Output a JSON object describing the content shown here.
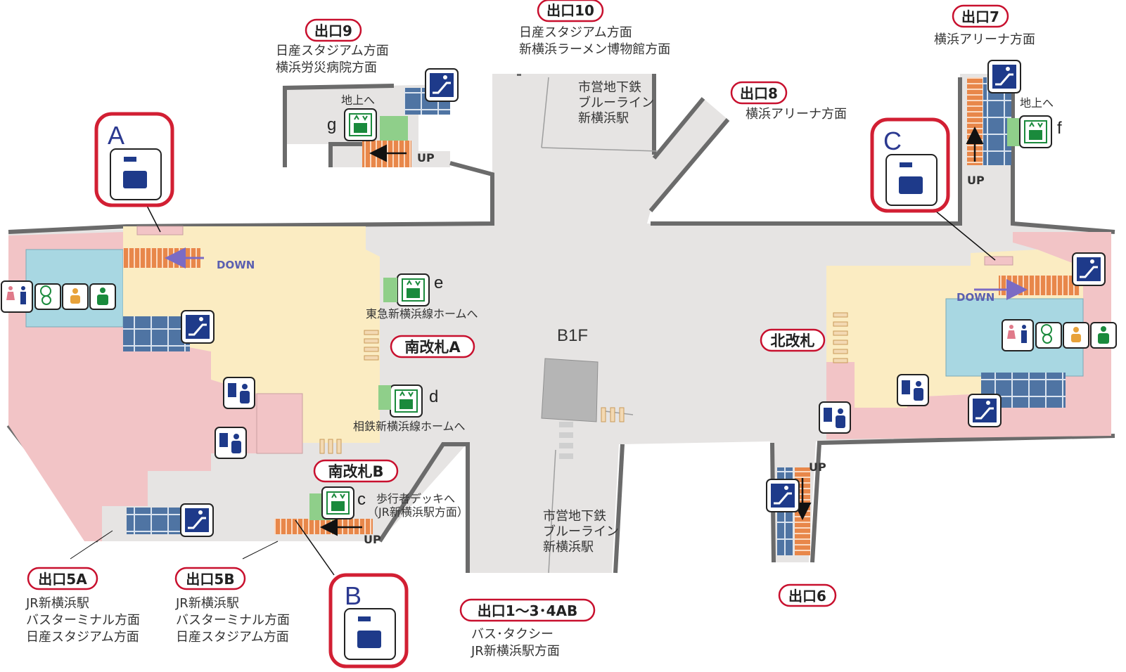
{
  "floor_label": "B1F",
  "exits": {
    "e9": {
      "label": "出口9",
      "lines": [
        "日産スタジアム方面",
        "横浜労災病院方面"
      ]
    },
    "e10": {
      "label": "出口10",
      "lines": [
        "日産スタジアム方面",
        "新横浜ラーメン博物館方面"
      ]
    },
    "e7": {
      "label": "出口7",
      "lines": [
        "横浜アリーナ方面"
      ]
    },
    "e8": {
      "label": "出口8",
      "lines": [
        "横浜アリーナ方面"
      ]
    },
    "e5a": {
      "label": "出口5A",
      "lines": [
        "JR新横浜駅",
        "バスターミナル方面",
        "日産スタジアム方面"
      ]
    },
    "e5b": {
      "label": "出口5B",
      "lines": [
        "JR新横浜駅",
        "バスターミナル方面",
        "日産スタジアム方面"
      ]
    },
    "e1": {
      "label": "出口1〜3･4AB",
      "lines": [
        "バス･タクシー",
        "JR新横浜駅方面"
      ]
    },
    "e6": {
      "label": "出口6",
      "lines": []
    }
  },
  "gates": {
    "south_a": "南改札A",
    "south_b": "南改札B",
    "north": "北改札"
  },
  "platform_labels": {
    "top": [
      "市営地下鉄",
      "ブルーライン",
      "新横浜駅"
    ],
    "bottom": [
      "市営地下鉄",
      "ブルーライン",
      "新横浜駅"
    ]
  },
  "elevators": {
    "g": {
      "letter": "g",
      "note": "地上へ"
    },
    "f": {
      "letter": "f",
      "note": "地上へ"
    },
    "e": {
      "letter": "e",
      "note": "東急新横浜線ホームへ"
    },
    "d": {
      "letter": "d",
      "note": "相鉄新横浜線ホームへ"
    },
    "c": {
      "letter": "c",
      "note": [
        "歩行者デッキへ",
        "（JR新横浜駅方面）"
      ]
    }
  },
  "lockers": {
    "a": "A",
    "b": "B",
    "c": "C"
  },
  "escalator_labels": {
    "up": "UP",
    "down": "DOWN"
  },
  "colors": {
    "corridor": "#e6e4e3",
    "paid_area": "#fbecc2",
    "facility": "#a8d7e2",
    "pink": "#f2c4c6",
    "exit_border": "#c8102e",
    "locker_red": "#d21f33",
    "icon_blue": "#1e3a8a",
    "elevator_green": "#1a8a3c",
    "escalator_orange": "#e07b39",
    "stair_blue": "#5a7fa8"
  }
}
